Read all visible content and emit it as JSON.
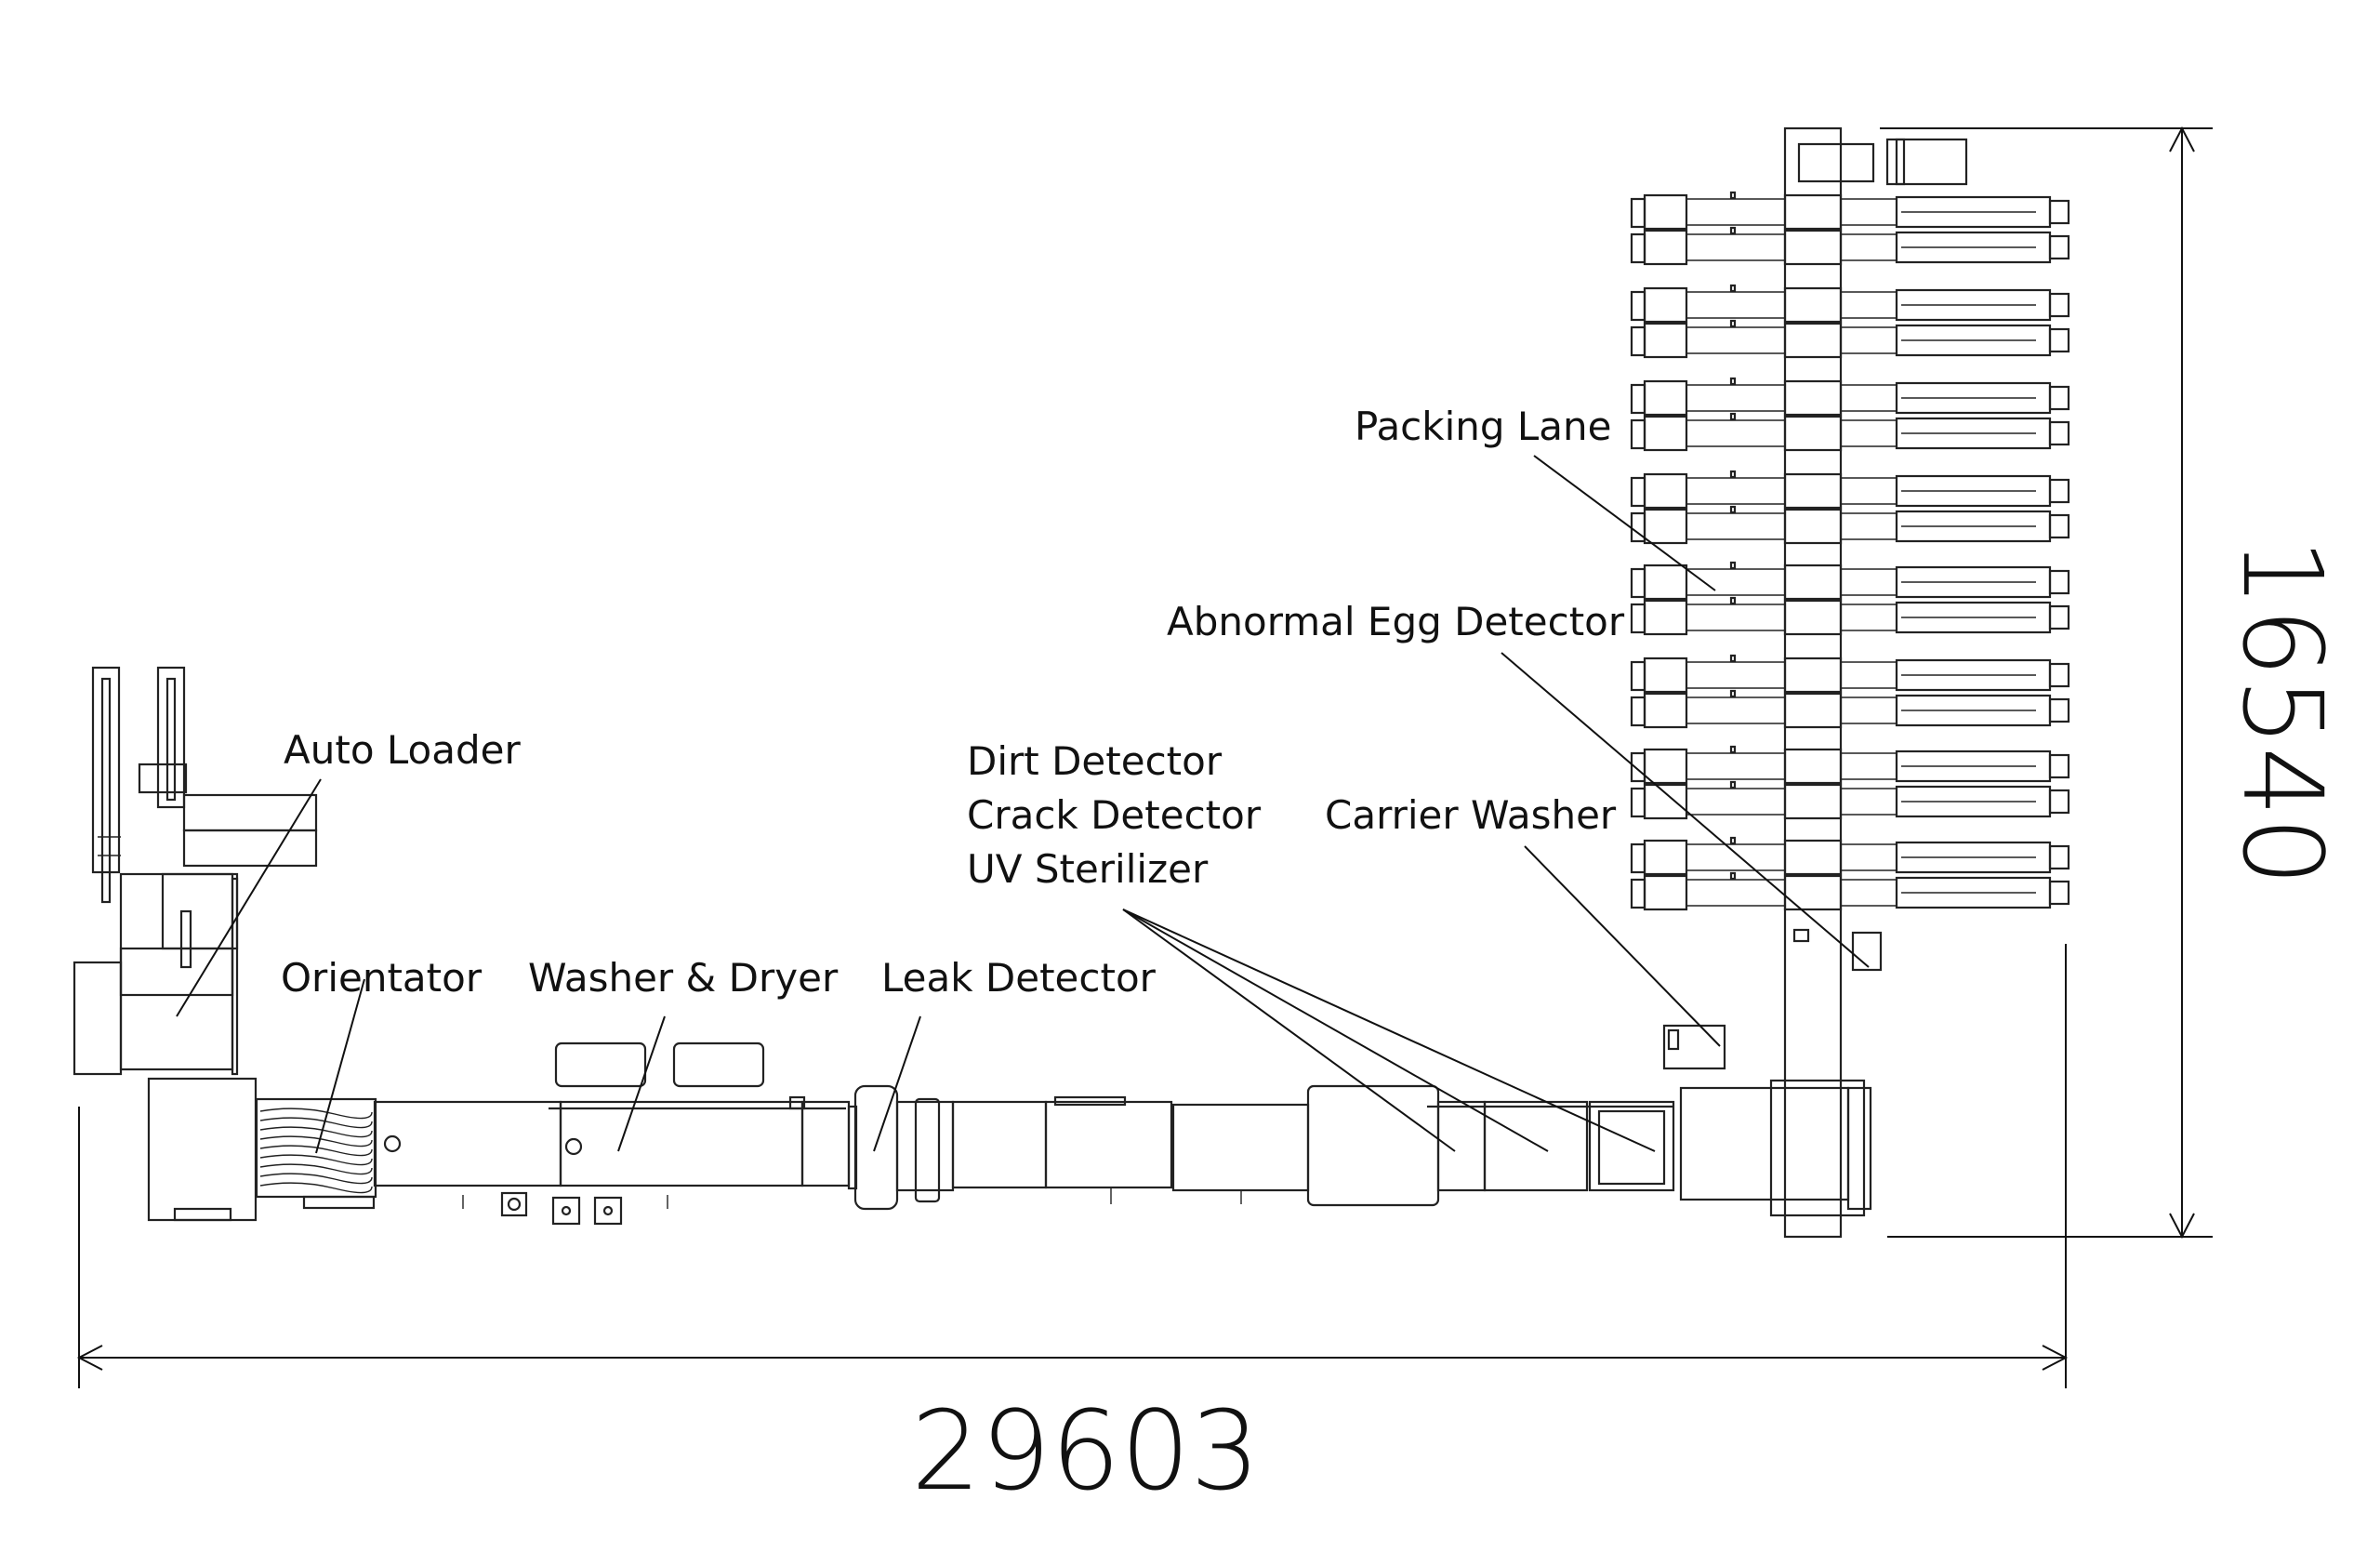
{
  "labels": {
    "auto_loader": "Auto Loader",
    "orientator": "Orientator",
    "washer_dryer": "Washer & Dryer",
    "leak_detector": "Leak Detector",
    "dirt_detector": "Dirt Detector",
    "crack_detector": "Crack Detector",
    "uv_sterilizer": "UV Sterilizer",
    "carrier_washer": "Carrier Washer",
    "abnormal_egg_detector": "Abnormal Egg Detector",
    "packing_lane": "Packing Lane"
  },
  "dimensions": {
    "width": "29603",
    "height": "16540"
  },
  "colors": {
    "line": "#222222",
    "background": "#ffffff"
  }
}
